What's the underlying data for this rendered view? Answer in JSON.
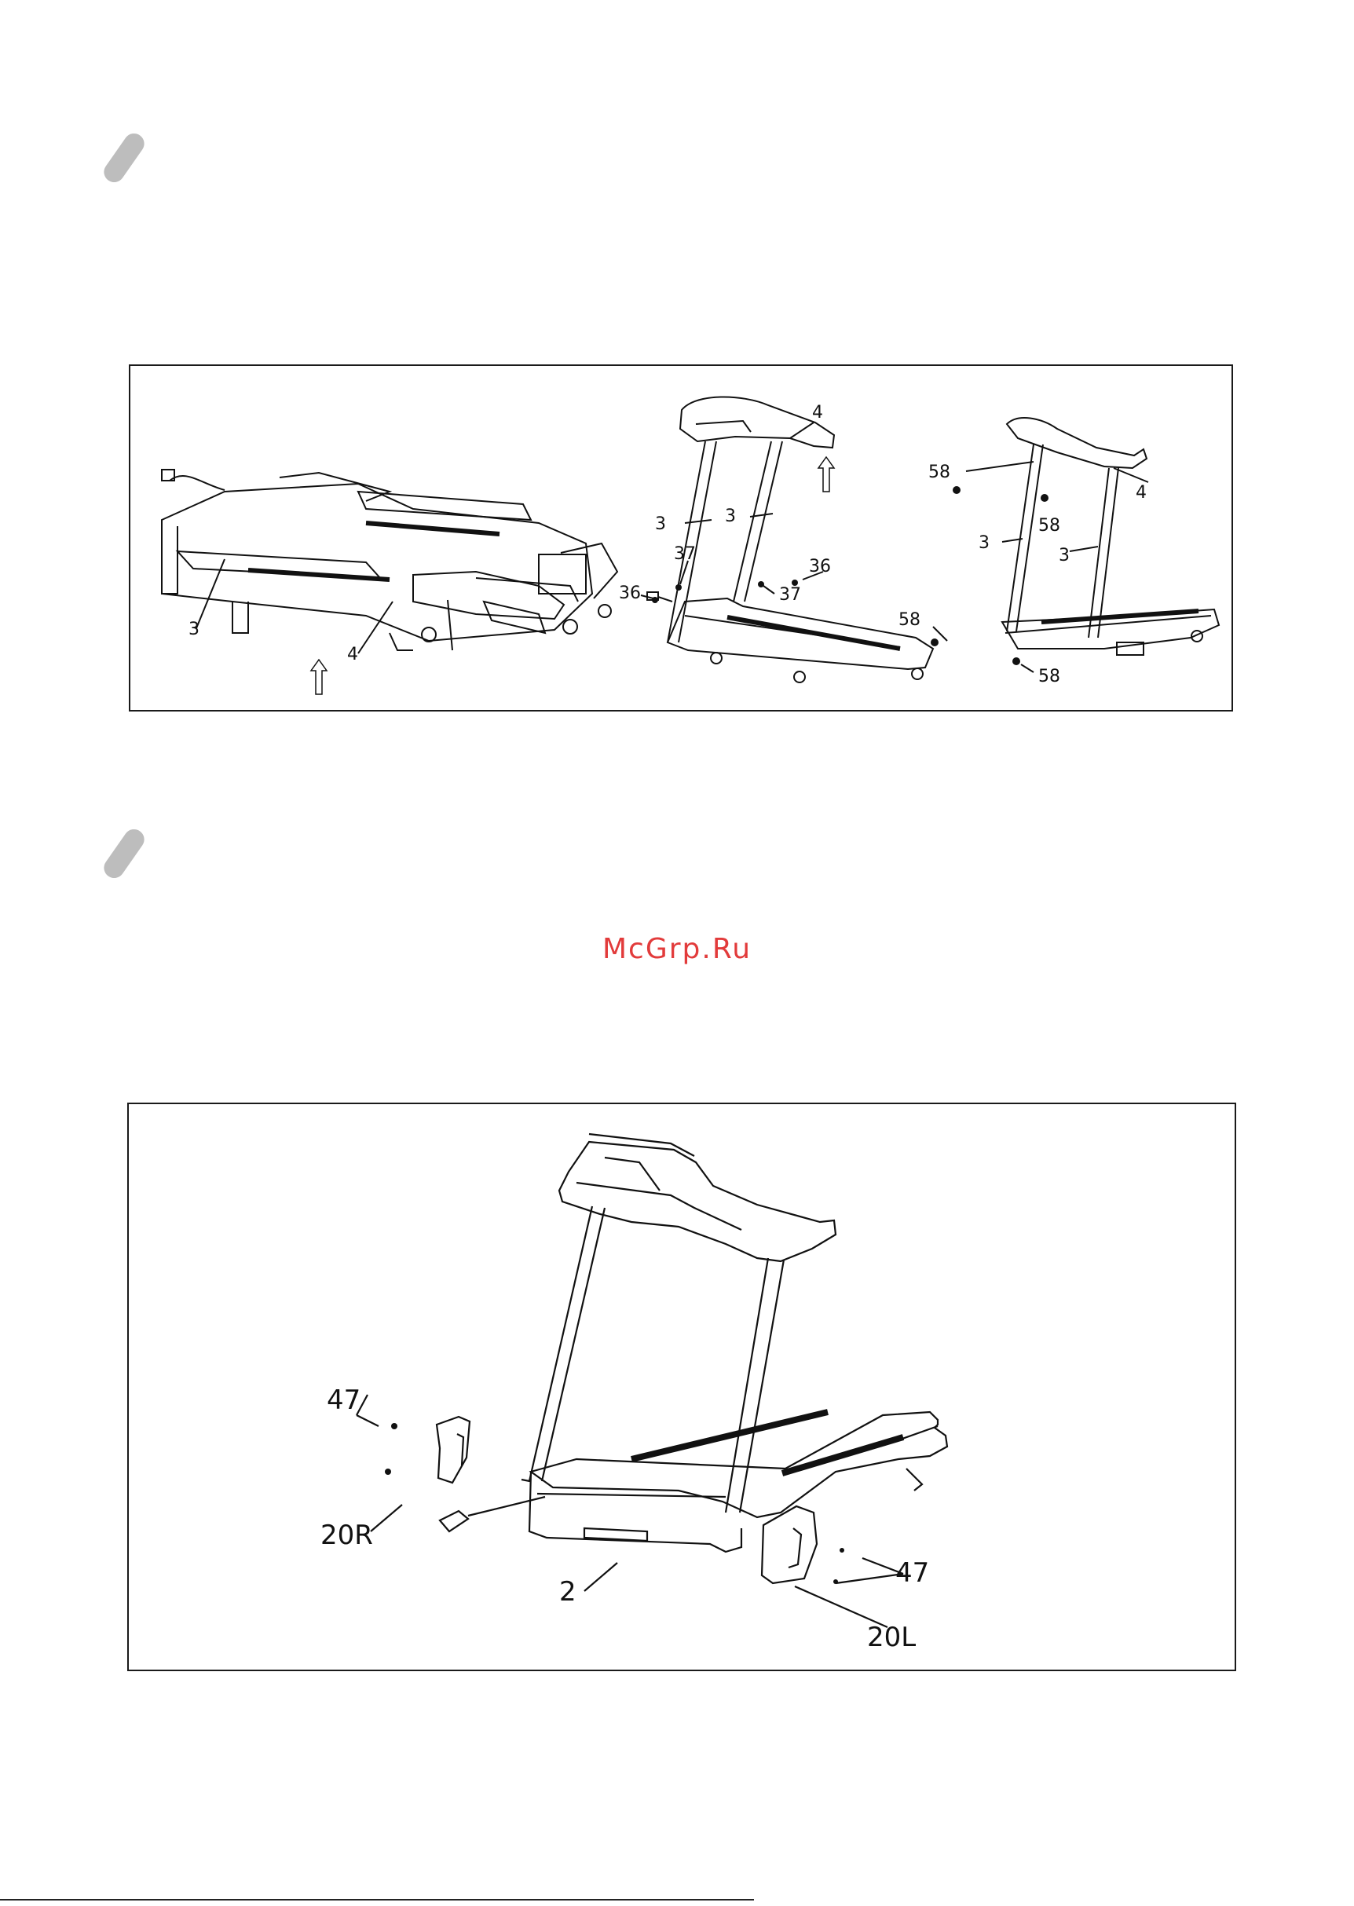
{
  "watermark": "McGrp.Ru",
  "figure1": {
    "view_left": {
      "labels": {
        "frame_upright": "3",
        "console_mast": "4"
      }
    },
    "view_middle": {
      "labels": {
        "console_mast": "4",
        "upright_left": "3",
        "upright_right": "3",
        "bolt_right": "36",
        "bolt_left": "36",
        "washer_top": "37",
        "washer_bottom": "37"
      }
    },
    "view_right": {
      "labels": {
        "bolt_top_left": "58",
        "console_mast": "4",
        "bolt_top_mid": "58",
        "upright_left": "3",
        "upright_right": "3",
        "bolt_bottom_left": "58",
        "bolt_bottom_mid": "58"
      }
    }
  },
  "figure2": {
    "labels": {
      "screws_top": "47",
      "cover_right": "20R",
      "frame": "2",
      "screws_bottom": "47",
      "cover_left": "20L"
    }
  }
}
